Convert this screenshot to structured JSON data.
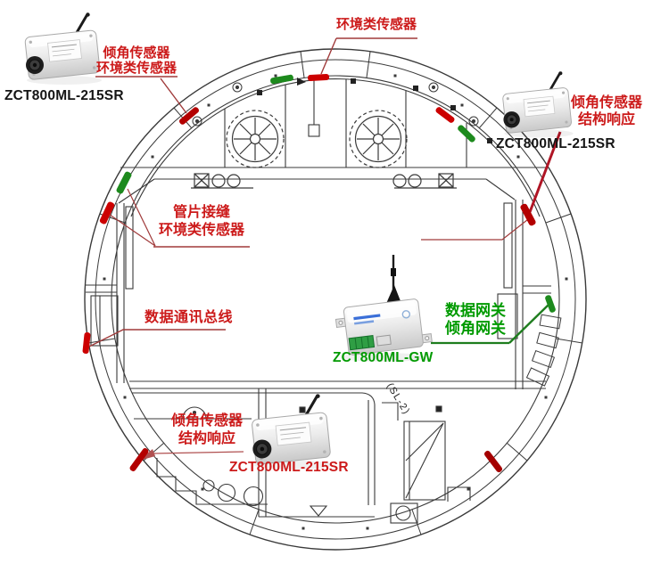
{
  "colors": {
    "label_red": "#cc1a1a",
    "label_black": "#151515",
    "label_green": "#009a00",
    "marker_red": "#cc0000",
    "marker_dark_red": "#a50000",
    "marker_green": "#1d8a1d",
    "leader_red": "#a03a3a",
    "leader_green": "#1e7d1e",
    "drawing_line": "#3a3a3a"
  },
  "annotations": {
    "top_left": {
      "line1": "倾角传感器",
      "line2": "环境类传感器",
      "model": "ZCT800ML-215SR"
    },
    "top_center": {
      "text": "环境类传感器"
    },
    "top_right": {
      "line1": "倾角传感器",
      "line2": "结构响应",
      "model": "ZCT800ML-215SR"
    },
    "segment_joint": {
      "line1": "管片接缝",
      "line2": "环境类传感器"
    },
    "data_bus": {
      "text": "数据通讯总线"
    },
    "gateway": {
      "line1": "数据网关",
      "line2": "倾角网关",
      "model": "ZCT800ML-GW"
    },
    "bottom": {
      "line1": "倾角传感器",
      "line2": "结构响应",
      "model": "ZCT800ML-215SR"
    },
    "cad_note": "(SL-2)"
  }
}
